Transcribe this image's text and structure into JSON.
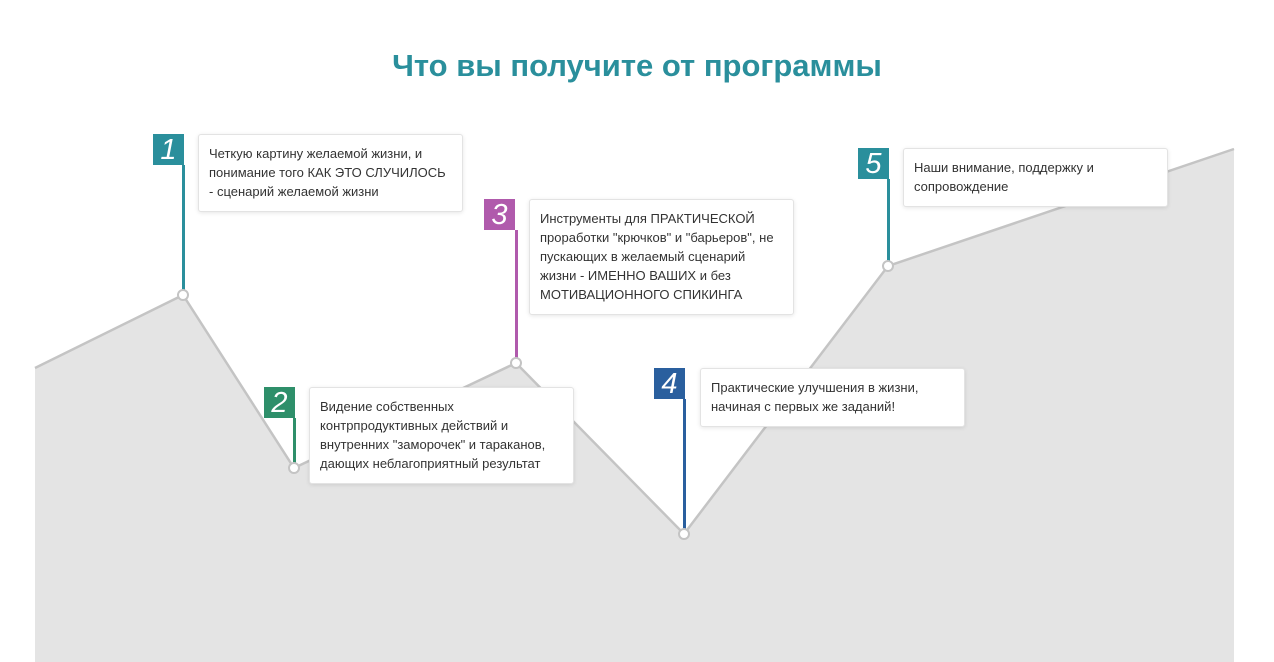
{
  "header": {
    "title": "Что вы получите от программы"
  },
  "colors": {
    "title": "#2a8f9c",
    "area_fill": "#e4e4e4",
    "line": "#c4c4c4"
  },
  "steps": [
    {
      "number": "1",
      "color": "#2a8f9c",
      "text": "Четкую картину желаемой жизни, и понимание того КАК ЭТО СЛУЧИЛОСЬ - сценарий желаемой жизни"
    },
    {
      "number": "2",
      "color": "#2e8f6a",
      "text": "Видение собственных контрпродуктивных действий и внутренних \"заморочек\" и тараканов, дающих неблагоприятный результат"
    },
    {
      "number": "3",
      "color": "#b05aac",
      "text": "Инструменты для ПРАКТИЧЕСКОЙ проработки \"крючков\" и \"барьеров\", не пускающих в желаемый сценарий жизни - ИМЕННО ВАШИХ и без МОТИВАЦИОННОГО СПИКИНГА"
    },
    {
      "number": "4",
      "color": "#2a5f9e",
      "text": "Практические улучшения в жизни, начиная с первых же заданий!"
    },
    {
      "number": "5",
      "color": "#2a8f9c",
      "text": "Наши внимание, поддержку и сопровождение"
    }
  ]
}
